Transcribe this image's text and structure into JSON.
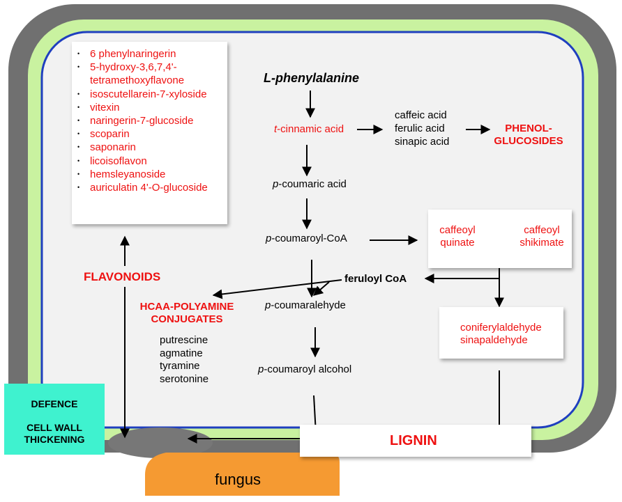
{
  "pathway": {
    "start": "L-phenylalanine",
    "cinnamic": {
      "prefix": "t",
      "name": "-cinnamic acid"
    },
    "acids": [
      "caffeic acid",
      "ferulic acid",
      "sinapic acid"
    ],
    "phenol_glucosides": [
      "PHENOL-",
      "GLUCOSIDES"
    ],
    "coumaric": {
      "prefix": "p",
      "name": "-coumaric acid"
    },
    "coumaroyl_coa": {
      "prefix": "p",
      "name": "-coumaroyl-CoA"
    },
    "caffeoyl_quinate": [
      "caffeoyl",
      "quinate"
    ],
    "caffeoyl_shikimate": [
      "caffeoyl",
      "shikimate"
    ],
    "feruloyl_coa": "feruloyl CoA",
    "coumaralehyde": {
      "prefix": "p",
      "name": "-coumaralehyde"
    },
    "coumaroyl_alcohol": {
      "prefix": "p",
      "name": "-coumaroyl alcohol"
    },
    "aldehydes": [
      "coniferylaldehyde",
      "sinapaldehyde"
    ],
    "lignin": "LIGNIN"
  },
  "flavonoids": {
    "label": "FLAVONOIDS",
    "items": [
      "6 phenylnaringerin",
      "5-hydroxy-3,6,7,4'-tetramethoxyflavone",
      "isoscutellarein-7-xyloside",
      "vitexin",
      "naringerin-7-glucoside",
      "scoparin",
      "saponarin",
      "licoisoflavon",
      "hemsleyanoside",
      "auriculatin 4'-O-glucoside"
    ]
  },
  "hcaa": {
    "label": [
      "HCAA-POLYAMINE",
      "CONJUGATES"
    ],
    "items": [
      "putrescine",
      "agmatine",
      "tyramine",
      "serotonine"
    ]
  },
  "defence": {
    "line1": "DEFENCE",
    "line2": "CELL WALL",
    "line3": "THICKENING"
  },
  "fungus": "fungus",
  "colors": {
    "cell_wall": "#707070",
    "membrane": "#c9f2a0",
    "inner_border": "#1f3fbf",
    "cytoplasm": "#f2f2f2",
    "defence_box": "#3ff2cf",
    "fungus": "#f59a32",
    "red_text": "#ee1111"
  }
}
